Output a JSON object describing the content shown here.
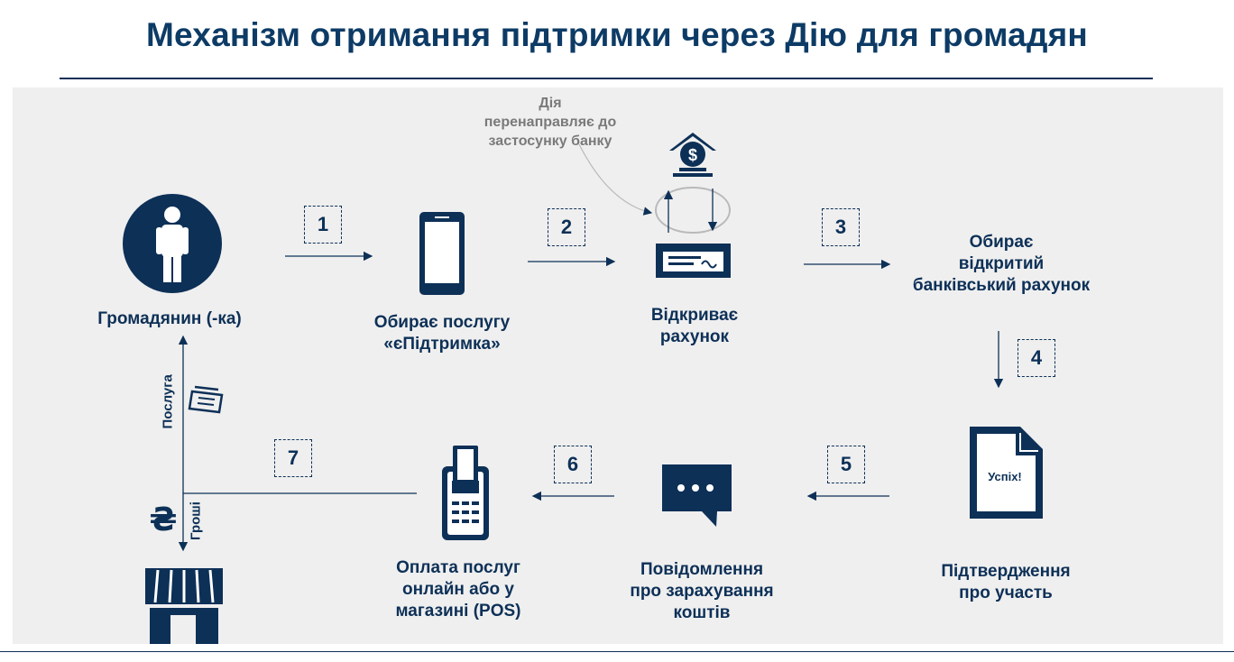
{
  "title": "Механізм отримання підтримки через Дію для громадян",
  "nodes": {
    "citizen": "Громадянин (-ка)",
    "choose_service": [
      "Обирає послугу",
      "«єПідтримка»"
    ],
    "open_account": [
      "Відкриває",
      "рахунок"
    ],
    "choose_account": [
      "Обирає",
      "відкритий",
      "банківський рахунок"
    ],
    "confirmation": [
      "Підтвердження",
      "про участь"
    ],
    "notification": [
      "Повідомлення",
      "про зарахування",
      "коштів"
    ],
    "payment": [
      "Оплата послуг",
      "онлайн або у",
      "магазині (POS)"
    ]
  },
  "redirect_note": [
    "Дія",
    "перенаправляє до",
    "застосунку банку"
  ],
  "document_text": "Успіх!",
  "steps": [
    "1",
    "2",
    "3",
    "4",
    "5",
    "6",
    "7"
  ],
  "side_labels": {
    "service": "Послуга",
    "money": "Гроші"
  },
  "currency_symbol": "₴",
  "icons": [
    "person-icon",
    "smartphone-icon",
    "bank-icon",
    "cheque-icon",
    "document-icon",
    "chat-icon",
    "pos-terminal-icon",
    "ticket-icon",
    "store-icon",
    "hryvnia-icon"
  ],
  "colors": {
    "primary": "#0d3057",
    "panel": "#efefef",
    "note": "#7a7a7a"
  }
}
